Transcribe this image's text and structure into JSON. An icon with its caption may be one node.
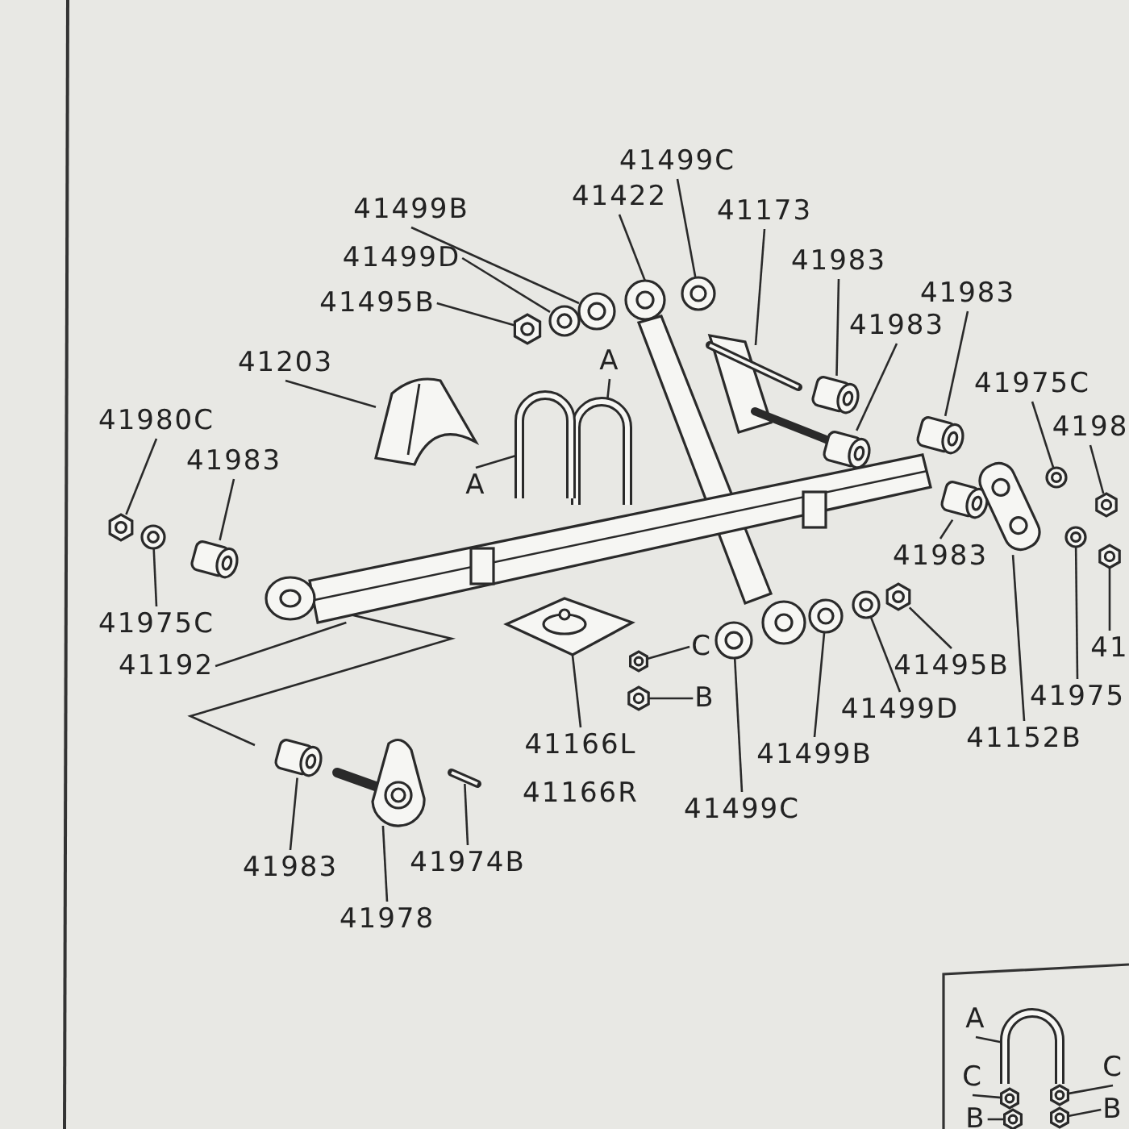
{
  "diagram": {
    "nodes": [
      {
        "text": [
          "41499C"
        ]
      },
      {
        "text": [
          "41499B"
        ]
      },
      {
        "text": [
          "41422"
        ]
      },
      {
        "text": [
          "41173"
        ]
      },
      {
        "text": [
          "41499D"
        ]
      },
      {
        "text": [
          "41983"
        ]
      },
      {
        "text": [
          "41983"
        ]
      },
      {
        "text": [
          "41495B"
        ]
      },
      {
        "text": [
          "41983"
        ]
      },
      {
        "text": [
          "41203"
        ]
      },
      {
        "text": [
          "41975C"
        ]
      },
      {
        "text": [
          "4198"
        ]
      },
      {
        "text": [
          "A"
        ]
      },
      {
        "text": [
          "41980C"
        ]
      },
      {
        "text": [
          "41983"
        ]
      },
      {
        "text": [
          "A"
        ]
      },
      {
        "text": [
          "41975C"
        ]
      },
      {
        "text": [
          "41983"
        ]
      },
      {
        "text": [
          "41192"
        ]
      },
      {
        "text": [
          "C"
        ]
      },
      {
        "text": [
          "41"
        ]
      },
      {
        "text": [
          "41495B"
        ]
      },
      {
        "text": [
          "41975"
        ]
      },
      {
        "text": [
          "B"
        ]
      },
      {
        "text": [
          "41499D"
        ]
      },
      {
        "text": [
          "41152B"
        ]
      },
      {
        "text": [
          "41499B"
        ]
      },
      {
        "text": [
          "41166L",
          "41166R"
        ]
      },
      {
        "text": [
          "41499C"
        ]
      },
      {
        "text": [
          "41983"
        ]
      },
      {
        "text": [
          "41974B"
        ]
      },
      {
        "text": [
          "41978"
        ]
      },
      {
        "text": [
          "A"
        ]
      },
      {
        "text": [
          "C"
        ]
      },
      {
        "text": [
          "C"
        ]
      },
      {
        "text": [
          "B"
        ]
      },
      {
        "text": [
          "B"
        ]
      },
      {
        "text": [],
        "shape": "picture"
      },
      {
        "text": [],
        "shape": "picture"
      },
      {
        "text": [],
        "shape": "picture"
      },
      {
        "text": [],
        "shape": "picture"
      },
      {
        "text": [],
        "shape": "picture"
      },
      {
        "text": [],
        "shape": "picture"
      },
      {
        "text": [],
        "shape": "picture"
      },
      {
        "text": [],
        "shape": "picture"
      },
      {
        "text": [],
        "shape": "picture"
      },
      {
        "text": [],
        "shape": "picture"
      },
      {
        "text": [],
        "shape": "picture"
      },
      {
        "text": [],
        "shape": "picture"
      },
      {
        "text": [],
        "shape": "picture"
      },
      {
        "text": [],
        "shape": "picture"
      },
      {
        "text": [],
        "shape": "picture"
      },
      {
        "text": [],
        "shape": "picture"
      },
      {
        "text": [],
        "shape": "picture"
      },
      {
        "text": [],
        "shape": "picture"
      },
      {
        "text": [],
        "shape": "picture"
      },
      {
        "text": [],
        "shape": "picture"
      },
      {
        "text": [],
        "shape": "picture"
      },
      {
        "text": [],
        "shape": "picture"
      },
      {
        "text": [],
        "shape": "picture"
      },
      {
        "text": [],
        "shape": "picture"
      },
      {
        "text": [],
        "shape": "picture"
      },
      {
        "text": [],
        "shape": "picture"
      },
      {
        "text": [],
        "shape": "picture"
      },
      {
        "text": [],
        "shape": "picture"
      },
      {
        "text": [],
        "shape": "picture"
      },
      {
        "text": [],
        "shape": "picture"
      },
      {
        "text": [],
        "shape": "picture"
      },
      {
        "text": [],
        "shape": "picture"
      },
      {
        "text": [],
        "shape": "picture"
      },
      {
        "text": [],
        "shape": "picture"
      },
      {
        "text": [],
        "shape": "picture"
      },
      {
        "text": [],
        "shape": "picture"
      },
      {
        "text": [],
        "shape": "picture"
      }
    ],
    "edges": [
      {
        "from": 0,
        "to": 37,
        "arrow": "none"
      },
      {
        "from": 1,
        "to": 38,
        "arrow": "none"
      },
      {
        "from": 2,
        "to": 39,
        "arrow": "none"
      },
      {
        "from": 3,
        "to": 40,
        "arrow": "none"
      },
      {
        "from": 4,
        "to": 41,
        "arrow": "none"
      },
      {
        "from": 5,
        "to": 42,
        "arrow": "none"
      },
      {
        "from": 6,
        "to": 43,
        "arrow": "none"
      },
      {
        "from": 7,
        "to": 44,
        "arrow": "none"
      },
      {
        "from": 8,
        "to": 45,
        "arrow": "none"
      },
      {
        "from": 9,
        "to": 46,
        "arrow": "none"
      },
      {
        "from": 10,
        "to": 47,
        "arrow": "none"
      },
      {
        "from": 11,
        "to": 48,
        "arrow": "none"
      },
      {
        "from": 12,
        "to": 49,
        "arrow": "none"
      },
      {
        "from": 13,
        "to": 50,
        "arrow": "none"
      },
      {
        "from": 14,
        "to": 51,
        "arrow": "none"
      },
      {
        "from": 15,
        "to": 52,
        "arrow": "none"
      },
      {
        "from": 16,
        "to": 53,
        "arrow": "none"
      },
      {
        "from": 17,
        "to": 54,
        "arrow": "none"
      },
      {
        "from": 18,
        "to": 55,
        "arrow": "none"
      },
      {
        "from": 19,
        "to": 56,
        "arrow": "none"
      },
      {
        "from": 20,
        "to": 57,
        "arrow": "none"
      },
      {
        "from": 21,
        "to": 58,
        "arrow": "none"
      },
      {
        "from": 22,
        "to": 59,
        "arrow": "none"
      },
      {
        "from": 23,
        "to": 60,
        "arrow": "none"
      },
      {
        "from": 24,
        "to": 61,
        "arrow": "none"
      },
      {
        "from": 25,
        "to": 62,
        "arrow": "none"
      },
      {
        "from": 26,
        "to": 63,
        "arrow": "none"
      },
      {
        "from": 27,
        "to": 64,
        "arrow": "none"
      },
      {
        "from": 28,
        "to": 65,
        "arrow": "none"
      },
      {
        "from": 29,
        "to": 66,
        "arrow": "none"
      },
      {
        "from": 30,
        "to": 67,
        "arrow": "none"
      },
      {
        "from": 31,
        "to": 68,
        "arrow": "none"
      },
      {
        "from": 32,
        "to": 69,
        "arrow": "none"
      },
      {
        "from": 33,
        "to": 70,
        "arrow": "none"
      },
      {
        "from": 34,
        "to": 71,
        "arrow": "none"
      },
      {
        "from": 35,
        "to": 72,
        "arrow": "none"
      },
      {
        "from": 36,
        "to": 73,
        "arrow": "none"
      }
    ]
  }
}
